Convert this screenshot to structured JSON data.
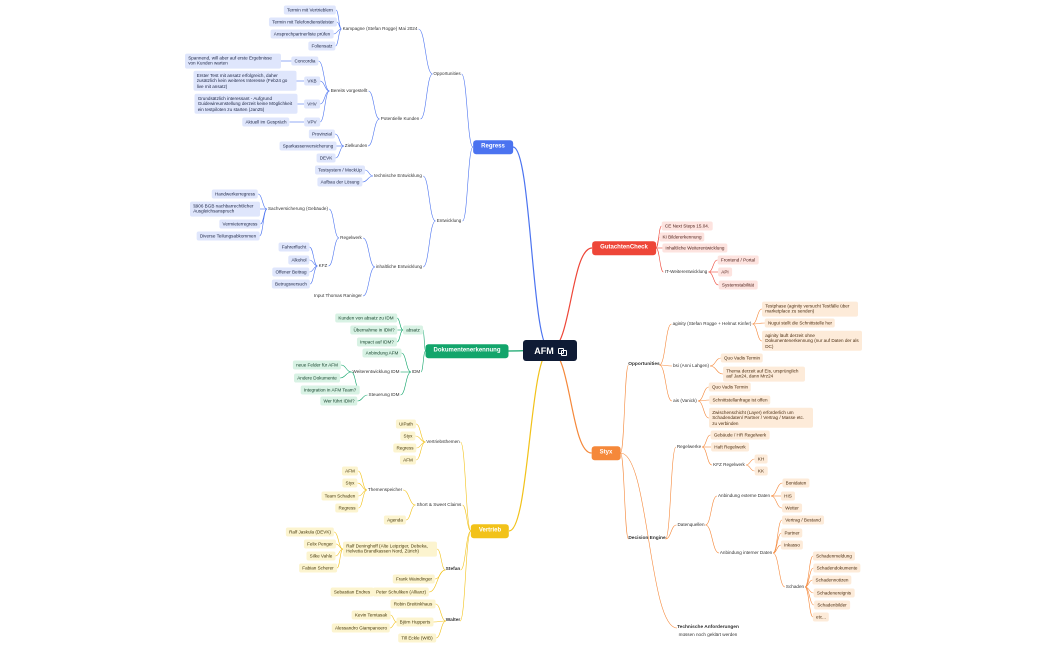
{
  "root": {
    "label": "AFM"
  },
  "colors": {
    "blue": "#4b73f0",
    "red": "#ee4638",
    "green": "#12a56b",
    "orange": "#f5883a",
    "yellow": "#f2c219",
    "root_bg": "#0f1b35"
  },
  "branches": {
    "regress": {
      "label": "Regress",
      "opportunities": {
        "label": "Opportunities",
        "kampagne": {
          "label": "Kampagne (Stefan Rogge) Mai 2024",
          "items": [
            "Termin mit Vertrieblern",
            "Termin mit Telefondienstleister",
            "Ansprechpartnerliste prüfen",
            "Foliensatz"
          ]
        },
        "potentielle_kunden": {
          "label": "Potentielle Kunden",
          "bereits": {
            "label": "Bereits vorgestellt",
            "concordia": {
              "label": "Concordia",
              "note": "Spannend, will aber auf erste Ergebnisse von Kunden warten"
            },
            "vkb": {
              "label": "VKB",
              "note": "Erster Test mit ansatz erfolgreich, daher zusätzlich kein weiteres Interesse (Feb24 go live mit ansatz)"
            },
            "vhv": {
              "label": "VHV",
              "note": "Grundsätzlich interessant - Aufgrund Guidewireumstellung derzeit keine Möglichkeit ein testpiloten zu starten (Jan25)"
            },
            "vpv": {
              "label": "VPV",
              "note": "Aktuell im Gespräch"
            }
          },
          "zielkunden": {
            "label": "Zielkunden",
            "items": [
              "Provinzial",
              "Sparkassenversicherung",
              "DEVK"
            ]
          }
        }
      },
      "entwicklung": {
        "label": "Entwicklung",
        "technische": {
          "label": "technische Entwicklung",
          "items": [
            "Testsystem / MockUp",
            "Aufbau der Lösung"
          ]
        },
        "inhaltliche": {
          "label": "inhaltliche Entwicklung",
          "regelwerk": {
            "label": "Regelwerk",
            "sach": {
              "label": "Sachversicherung (Gebäude)",
              "items": [
                "Handwerkerregress",
                "§906 BGB nachbarrechtlicher Ausgleichsanspruch",
                "Vermieterregress",
                "Diverse Teilungsabkommen"
              ]
            },
            "kfz": {
              "label": "KFZ",
              "items": [
                "Fahrerflucht",
                "Alkohol",
                "Offener Beitrag",
                "Betrugsversuch"
              ]
            }
          },
          "input": "Input Thomas Raninger"
        }
      }
    },
    "gutachten": {
      "label": "GutachtenCheck",
      "items": [
        "CE Next Steps 15.04.",
        "KI Bildererkennung",
        "inhaltliche Weiterentwicklung"
      ],
      "it": {
        "label": "IT-Weiterentwicklung",
        "items": [
          "Frontend / Portal",
          "API",
          "Systemstabilität"
        ]
      }
    },
    "doku": {
      "label": "Dokumentenerkennung",
      "absatz": {
        "label": "absatz",
        "items": [
          "Kunden von absatz zu IDM",
          "Übernahme in IDM?",
          "Impact auf IDM?"
        ]
      },
      "idm": {
        "label": "IDM",
        "anbindung": "Anbindung AFM",
        "weiter": {
          "label": "Weiterentwicklung IDM",
          "items": [
            "neue Felder für AFM",
            "Andere Dokumente",
            "Integration in AFM Team?"
          ]
        },
        "steuerung": {
          "label": "Steuerung IDM",
          "items": [
            "Wer führt IDM?"
          ]
        }
      }
    },
    "styx": {
      "label": "Styx",
      "opportunities": {
        "label": "Opportunities",
        "aginity": {
          "label": "aginity (Stefan Rogge + Helmut Kinfer)",
          "items": [
            "Testphase (aginity versucht Testfälle über marketplace zu senden)",
            "Nugui stellt die Schnittstelle her",
            "aginity läuft derzeit ohne Dokumentenerkennung (nur auf Daten der als DC)"
          ]
        },
        "bsi": {
          "label": "bsi (Anni Lahgen)",
          "items": [
            "Quo Vadis Termin",
            "Thema derzeit auf Eis, ursprünglich auf Jan24, dann Mrz24"
          ]
        },
        "ais": {
          "label": "ais (Vanick)",
          "items": [
            "Quo Vadis Termin",
            "Schnittstellanfrage ist offen",
            "Zwischenschicht (Layer) erforderlich um Schadendaten/ Partner / Vertrag / Masse etc. zu verbinden"
          ]
        }
      },
      "decision": {
        "label": "Decision Engine",
        "regelwerke": {
          "label": "Regelwerke",
          "items": [
            "Gebäude / HR Regelwerk",
            "Haft Regelwerk"
          ],
          "kfz": {
            "label": "KFZ Regelwerk",
            "items": [
              "KH",
              "KK"
            ]
          }
        },
        "datenquellen": {
          "label": "Datenquellen",
          "extern": {
            "label": "Anbindung externe Daten",
            "items": [
              "Bonidaten",
              "HIS",
              "Wetter"
            ]
          },
          "intern": {
            "label": "Anbindung interner Daten",
            "items": [
              "Vertrag / Bestand",
              "Partner",
              "Inkasso"
            ],
            "schaden": {
              "label": "Schaden",
              "items": [
                "Schadenmeldung",
                "Schadendokumente",
                "Schadennotizen",
                "Schadenereignis",
                "Schadenbilder",
                "etc..."
              ]
            }
          }
        }
      },
      "technische": {
        "label": "Technische Anforderungen",
        "sub": "müssen noch geklärt werden"
      }
    },
    "vertrieb": {
      "label": "Vertrieb",
      "vertriebsthemen": {
        "label": "Vertriebsthemen",
        "items": [
          "UiPath",
          "Styx",
          "Regress",
          "AFM"
        ]
      },
      "short": {
        "label": "Short & Sweet Claims",
        "themen": {
          "label": "Themenspeicher",
          "items": [
            "AFM",
            "Styx",
            "Team Schaden",
            "Regress"
          ]
        },
        "agenda": "Agenda"
      },
      "stefan": {
        "label": "Stefan",
        "items": [
          "Ralf Jaskula (DEVK)",
          "Felix Penger",
          "Silke Vahle",
          "Fabian Scherer"
        ],
        "ralf": "Ralf Deninghoff (Alte Leipziger, Debeka, Helvetia Brandkassen Nord, Zürich)",
        "frank": "Frank Waindinger",
        "peter": "Peter Schuliken (Allianz)",
        "sebastian": "Sebastian Endres"
      },
      "walter": {
        "label": "Walter",
        "robin": "Robin Breitinkhaus",
        "bjoern": "Björn Hupperts",
        "kevin": "Kevin Temtasak",
        "alessandro": "Alessandro Giampanoero",
        "till": "Till Eckle (WIB)"
      }
    }
  }
}
